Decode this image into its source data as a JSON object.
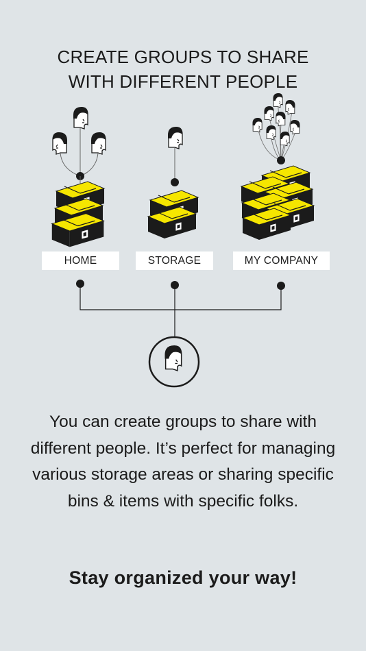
{
  "header": {
    "title_line1": "CREATE GROUPS TO SHARE",
    "title_line2": "WITH DIFFERENT PEOPLE"
  },
  "groups": [
    {
      "label": "HOME"
    },
    {
      "label": "STORAGE"
    },
    {
      "label": "MY COMPANY"
    }
  ],
  "body": {
    "description": "You can create groups to share with different people. It’s perfect for managing various storage areas or sharing specific bins & items with specific folks.",
    "tagline": "Stay organized your way!"
  },
  "colors": {
    "background": "#dfe4e7",
    "box_yellow": "#f6e600",
    "box_dark": "#1b1b1b",
    "label_bg": "#ffffff"
  },
  "icons": [
    "person-head-icon",
    "storage-box-icon",
    "connector-node-icon",
    "user-avatar-icon"
  ]
}
